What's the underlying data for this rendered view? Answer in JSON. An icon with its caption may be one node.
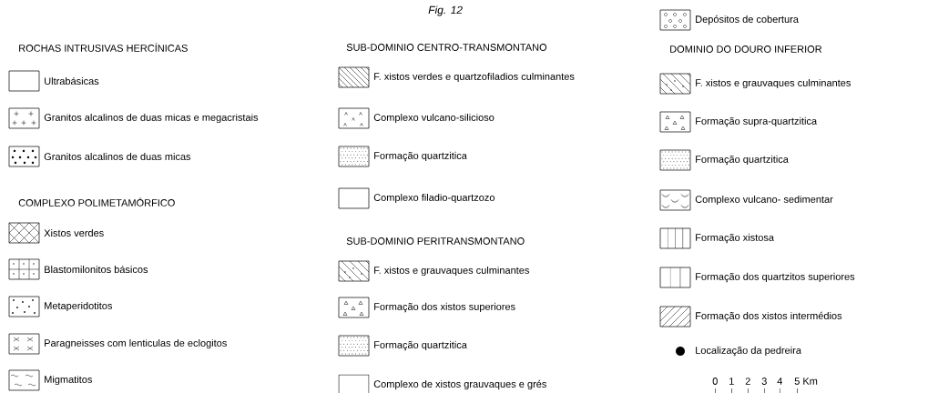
{
  "diagram": {
    "title": "Fig. 12",
    "labels": [
      "ROCHAS INTRUSIVAS HERCÍNICAS",
      "COMPLEXO POLIMETAMÓRFICO",
      "SUB-DOMINIO CENTRO-TRANSMONTANO",
      "SUB-DOMINIO PERITRANSMONTANO",
      "DOMINIO DO DOURO INFERIOR",
      "0",
      "1",
      "2",
      "3",
      "4",
      "5 Km"
    ],
    "legend": [
      {
        "text": "Ultrabásicas"
      },
      {
        "text": "Granitos alcalinos de duas micas e megacristais"
      },
      {
        "text": "Granitos alcalinos de duas micas"
      },
      {
        "text": "Xistos verdes"
      },
      {
        "text": "Blastomilonitos básicos"
      },
      {
        "text": "Metaperidotitos"
      },
      {
        "text": "Paragneisses com lenticulas de eclogitos"
      },
      {
        "text": "Migmatitos"
      },
      {
        "text": "F. xistos verdes e quartzofiladios culminantes"
      },
      {
        "text": "Complexo vulcano-silicioso"
      },
      {
        "text": "Formação quartzitica"
      },
      {
        "text": "Complexo filadio-quartzozo"
      },
      {
        "text": "F. xistos e grauvaques culminantes"
      },
      {
        "text": "Formação dos xistos superiores"
      },
      {
        "text": "Formação quartzitica"
      },
      {
        "text": "Complexo de xistos grauvaques e grés"
      },
      {
        "text": "Depósitos de cobertura"
      },
      {
        "text": "F. xistos e grauvaques culminantes"
      },
      {
        "text": "Formação supra-quartzitica"
      },
      {
        "text": "Formação quartzitica"
      },
      {
        "text": "Complexo vulcano- sedimentar"
      },
      {
        "text": "Formação xistosa"
      },
      {
        "text": "Formação dos quartzitos superiores"
      },
      {
        "text": "Formação dos xistos intermédios"
      },
      {
        "text": "Localização da pedreira"
      }
    ]
  }
}
